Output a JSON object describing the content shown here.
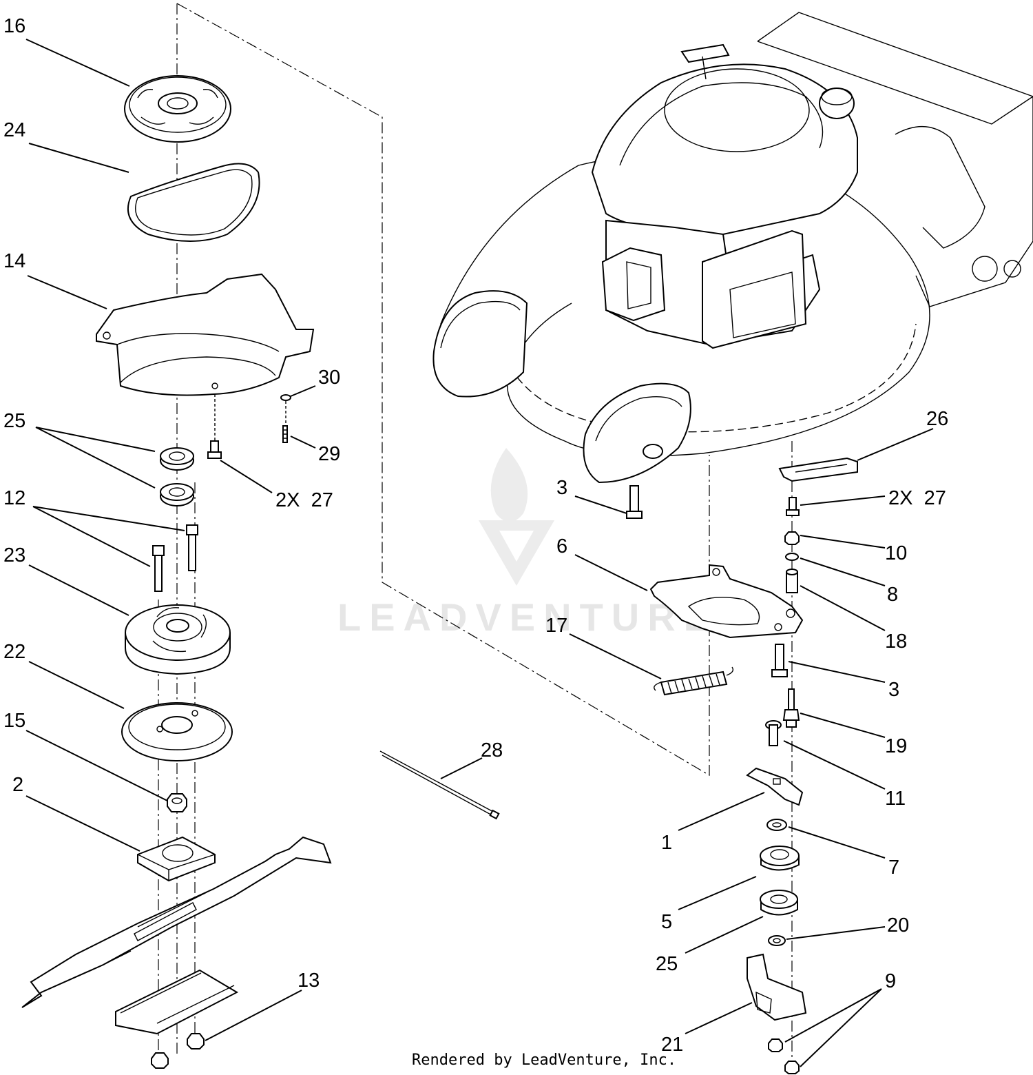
{
  "diagram": {
    "watermark_text": "LEADVENTURE",
    "footer_text": "Rendered by LeadVenture, Inc.",
    "callouts": [
      {
        "id": "c16",
        "label": "16"
      },
      {
        "id": "c24",
        "label": "24"
      },
      {
        "id": "c14",
        "label": "14"
      },
      {
        "id": "c30",
        "label": "30"
      },
      {
        "id": "c25a",
        "label": "25"
      },
      {
        "id": "c29",
        "label": "29"
      },
      {
        "id": "c27a",
        "label": "2X  27"
      },
      {
        "id": "c12",
        "label": "12"
      },
      {
        "id": "c23",
        "label": "23"
      },
      {
        "id": "c22",
        "label": "22"
      },
      {
        "id": "c15",
        "label": "15"
      },
      {
        "id": "c2",
        "label": "2"
      },
      {
        "id": "c13",
        "label": "13"
      },
      {
        "id": "c28",
        "label": "28"
      },
      {
        "id": "c3a",
        "label": "3"
      },
      {
        "id": "c6",
        "label": "6"
      },
      {
        "id": "c17",
        "label": "17"
      },
      {
        "id": "c26",
        "label": "26"
      },
      {
        "id": "c27b",
        "label": "2X  27"
      },
      {
        "id": "c10",
        "label": "10"
      },
      {
        "id": "c8",
        "label": "8"
      },
      {
        "id": "c18",
        "label": "18"
      },
      {
        "id": "c3b",
        "label": "3"
      },
      {
        "id": "c19",
        "label": "19"
      },
      {
        "id": "c11",
        "label": "11"
      },
      {
        "id": "c1",
        "label": "1"
      },
      {
        "id": "c7",
        "label": "7"
      },
      {
        "id": "c5",
        "label": "5"
      },
      {
        "id": "c20",
        "label": "20"
      },
      {
        "id": "c25b",
        "label": "25"
      },
      {
        "id": "c9",
        "label": "9"
      },
      {
        "id": "c21",
        "label": "21"
      }
    ]
  }
}
